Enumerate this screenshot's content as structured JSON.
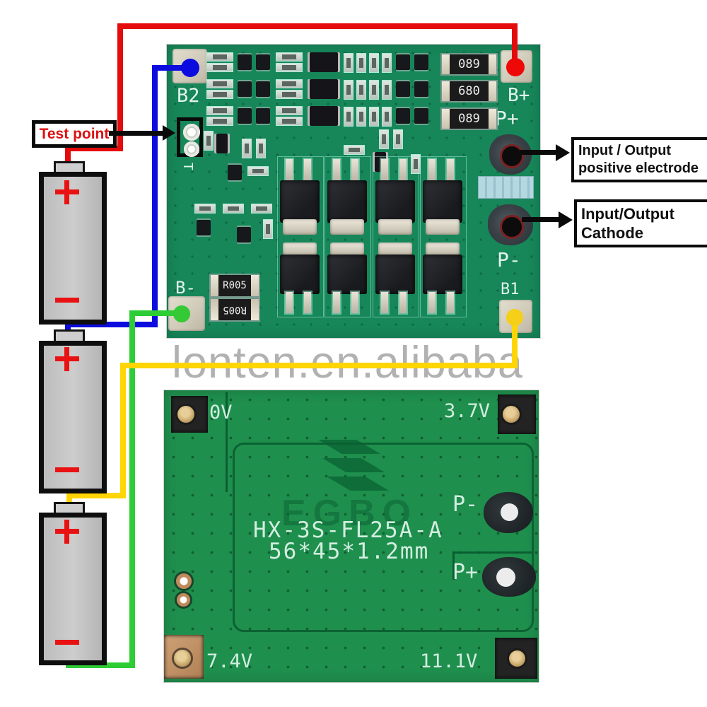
{
  "watermark": "lonten.en.alibaba",
  "callouts": {
    "test_point": {
      "label": "Test point"
    },
    "positive": {
      "line1": "Input / Output",
      "line2": "positive electrode"
    },
    "cathode": {
      "line1": "Input/Output",
      "line2": "Cathode"
    }
  },
  "top_board": {
    "pads": {
      "b2": "B2",
      "b_plus": "B+",
      "p_plus": "P+",
      "p_minus": "P-",
      "b1": "B1",
      "b_minus": "B-",
      "t_mark": "T"
    },
    "resistors": {
      "r1": "089",
      "r2": "680",
      "r3": "089",
      "shunt1": "R005",
      "shunt2": "R005"
    }
  },
  "bottom_board": {
    "corner_labels": {
      "top_left": "0V",
      "top_right": "3.7V",
      "bottom_left": "7.4V",
      "bottom_right": "11.1V"
    },
    "pads": {
      "p_minus": "P-",
      "p_plus": "P+"
    },
    "silkscreen": {
      "model": "HX-3S-FL25A-A",
      "dimensions": "56*45*1.2mm"
    },
    "logo": "EGBO"
  },
  "batteries": {
    "count": 3,
    "plus_symbol": "+",
    "minus_symbol": "−"
  },
  "colors": {
    "pcb_top": "#17875a",
    "pcb_bottom": "#1f8f4d",
    "wire_red": "#e30b0b",
    "wire_blue": "#0c0cdf",
    "wire_green": "#2ecc35",
    "wire_yellow": "#ffd503",
    "sym_red": "#e81212",
    "label_red": "#dd1111",
    "dot_blue": "#0b0bdf",
    "dot_red": "#ee0808",
    "dot_green": "#35c935",
    "dot_yellow": "#f5cf18"
  }
}
